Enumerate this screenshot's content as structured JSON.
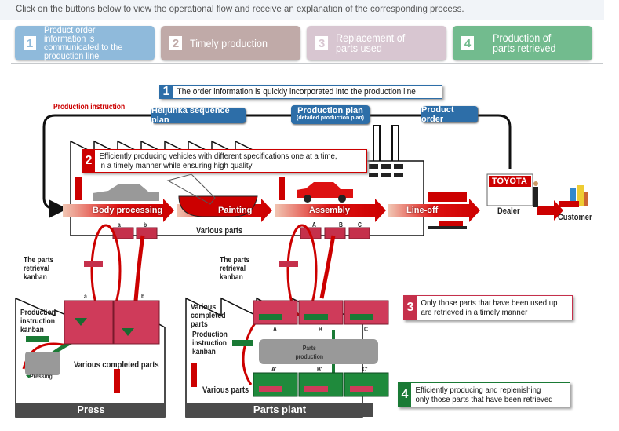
{
  "intro": "Click on the buttons below to view the operational flow and receive an explanation of the corresponding process.",
  "buttons": [
    {
      "num": "1",
      "label": "Product order information is communicated to the production line",
      "color": "#8fbadb"
    },
    {
      "num": "2",
      "label": "Timely production",
      "color": "#c0aaa8"
    },
    {
      "num": "3",
      "label": "Replacement of parts used",
      "color": "#d8c6d1"
    },
    {
      "num": "4",
      "label": "Production of parts retrieved",
      "color": "#72bb8e"
    }
  ],
  "diagram": {
    "callout1": {
      "num": "1",
      "text": "The order information is quickly incorporated into the production line"
    },
    "production_instruction": "Production instruction",
    "heijunka": "Heijunka sequence plan",
    "production_plan": "Production plan",
    "production_plan_sub": "(detailed  production plan)",
    "product_order": "Product order",
    "callout2": {
      "num": "2",
      "text1": "Efficiently producing vehicles with different specifications one at a time,",
      "text2": "in a timely manner while ensuring high quality"
    },
    "stages": [
      "Body processing",
      "Painting",
      "Assembly",
      "Line-off"
    ],
    "various_parts": "Various parts",
    "brand": "TOYOTA",
    "dealer": "Dealer",
    "customer": "Customer",
    "labels_ab": [
      "a",
      "b"
    ],
    "labels_ABC": [
      "A",
      "B",
      "C"
    ],
    "labels_ABC_prime": [
      "A'",
      "B'",
      "C'"
    ],
    "retrieval_kanban": "The parts retrieval kanban",
    "production_instruction_kanban": "Production instruction kanban",
    "pressing": "Pressing",
    "various_completed_parts": "Various completed parts",
    "press": "Press",
    "parts_plant": "Parts plant",
    "parts_production": "Parts production",
    "callout3": {
      "num": "3",
      "text1": "Only those parts that have been used up",
      "text2": "are retrieved in a timely manner"
    },
    "callout4": {
      "num": "4",
      "text1": "Efficiently producing and replenishing",
      "text2": "only those parts that have been retrieved"
    }
  }
}
